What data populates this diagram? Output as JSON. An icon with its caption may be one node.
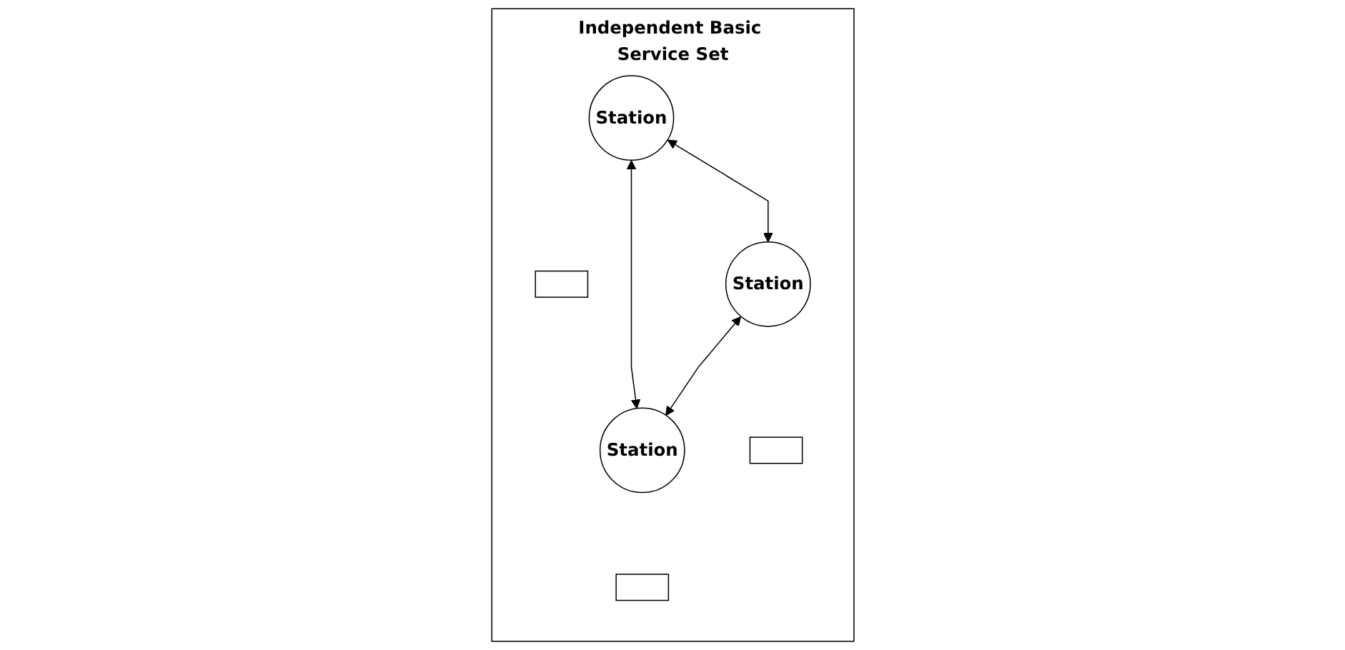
{
  "diagram": {
    "nodes": [
      {
        "text": [
          "Independent Basic Service Set"
        ]
      },
      {
        "text": [
          "Station"
        ],
        "in": 0
      },
      {
        "text": [],
        "shape": "box",
        "in": 0
      },
      {
        "text": [
          "Station"
        ],
        "in": 0
      },
      {
        "text": [],
        "shape": "box",
        "in": 0
      },
      {
        "text": [
          "Station"
        ],
        "in": 0
      },
      {
        "text": [],
        "shape": "box",
        "in": 0
      }
    ],
    "edges": [
      {
        "from": 1,
        "to": 3,
        "arrow": "both"
      },
      {
        "from": 1,
        "to": 5,
        "arrow": "both"
      },
      {
        "from": 5,
        "to": 3,
        "arrow": "both"
      }
    ]
  }
}
